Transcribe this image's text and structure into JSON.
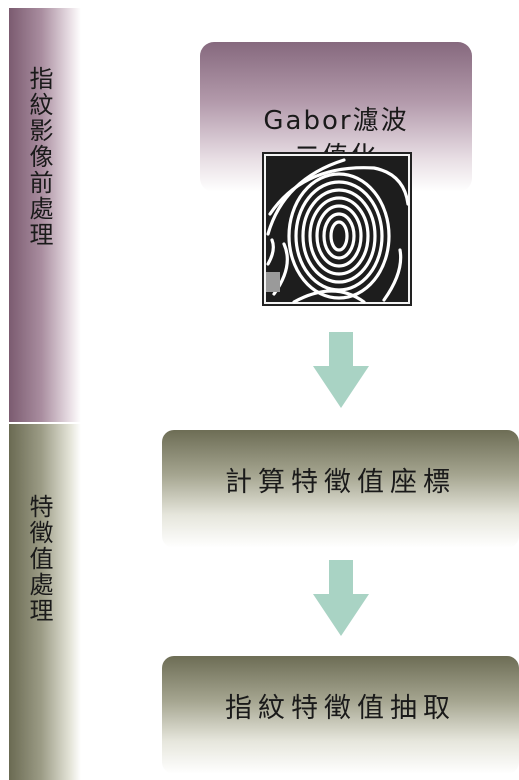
{
  "left_bands": {
    "top_label": "指紋影像前處理",
    "bottom_label": "特徵值處理"
  },
  "steps": {
    "gabor_line1": "Gabor濾波",
    "gabor_line2": "二值化",
    "compute": "計算特徵值座標",
    "extract": "指紋特徵值抽取"
  },
  "colors": {
    "band_top": "#7b5b70",
    "band_bottom": "#6a6a52",
    "arrow": "#a9d3c4"
  },
  "icons": {
    "fingerprint": "fingerprint-image",
    "arrow": "arrow-down-icon"
  }
}
